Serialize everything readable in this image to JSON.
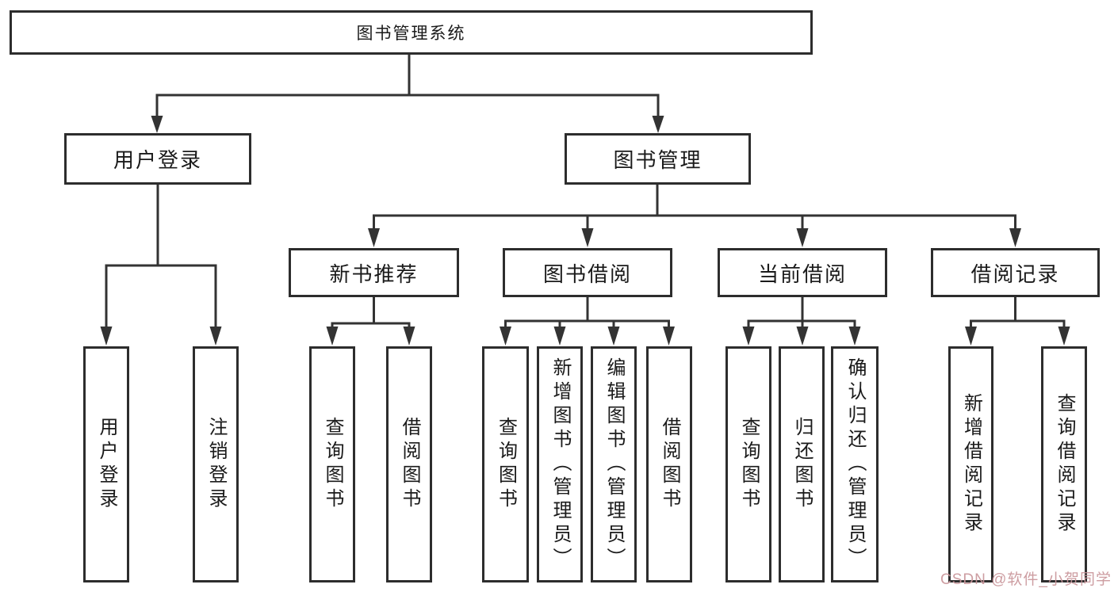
{
  "title": "图书管理系统",
  "level1": {
    "left": "用户登录",
    "right": "图书管理"
  },
  "level2": [
    "新书推荐",
    "图书借阅",
    "当前借阅",
    "借阅记录"
  ],
  "leaves": {
    "user": [
      "用户登录",
      "注销登录"
    ],
    "newbook": [
      "查询图书",
      "借阅图书"
    ],
    "borrow": [
      "查询图书",
      "新增图书（管理员）",
      "编辑图书（管理员）",
      "借阅图书"
    ],
    "current": [
      "查询图书",
      "归还图书",
      "确认归还（管理员）"
    ],
    "records": [
      "新增借阅记录",
      "查询借阅记录"
    ]
  },
  "watermark": "CSDN @软件_小贺同学",
  "colors": {
    "line": "#333333",
    "box_border": "#2d2d2d",
    "text": "#1a1a1a",
    "watermark": "#c9959a",
    "background": "#ffffff"
  }
}
